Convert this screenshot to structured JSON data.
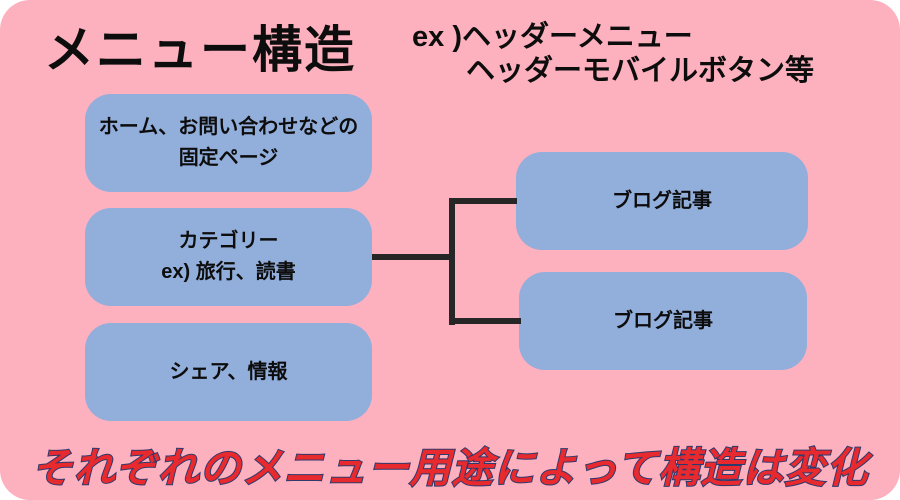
{
  "title": "メニュー構造",
  "example": {
    "line1": "ex )ヘッダーメニュー",
    "line2": "ヘッダーモバイルボタン等"
  },
  "left_nodes": [
    {
      "id": "fixed-pages",
      "line1": "ホーム、お問い合わせなどの",
      "line2": "固定ページ"
    },
    {
      "id": "category",
      "line1": "カテゴリー",
      "line2": "ex) 旅行、読書"
    },
    {
      "id": "share-info",
      "line1": "シェア、情報",
      "line2": ""
    }
  ],
  "right_nodes": [
    {
      "id": "blog-post-1",
      "label": "ブログ記事"
    },
    {
      "id": "blog-post-2",
      "label": "ブログ記事"
    }
  ],
  "caption": "それぞれのメニュー用途によって構造は変化",
  "colors": {
    "background": "#fdb0be",
    "node_fill": "#92aedb",
    "connector": "#262626",
    "caption_fill": "#e8292e",
    "caption_outline": "#2d3a6e",
    "text": "#0d0d0d"
  }
}
